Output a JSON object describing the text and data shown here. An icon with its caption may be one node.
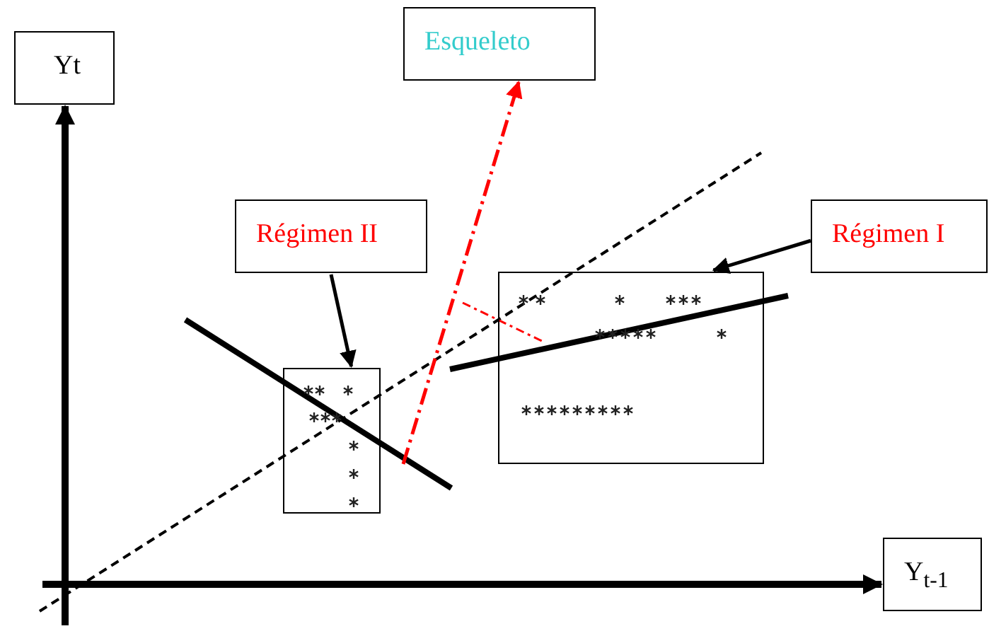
{
  "diagram": {
    "nodes": [
      {
        "text": [
          "Yt"
        ]
      },
      {
        "text": [
          "Esqueleto"
        ]
      },
      {
        "text": [
          "Régimen II"
        ]
      },
      {
        "text": [
          "Régimen I"
        ]
      },
      {
        "text": [],
        "shape": "box"
      },
      {
        "text": [],
        "shape": "box"
      },
      {
        "text": [
          "Y$_{t-1}$"
        ]
      }
    ],
    "edges": [
      {
        "from": 2,
        "to": 5,
        "arrow": "to"
      },
      {
        "from": 3,
        "to": 4,
        "arrow": "to"
      },
      {
        "from": null,
        "to": 1,
        "arrow": "to",
        "style": "dashed",
        "color": "#ff0000"
      }
    ]
  }
}
